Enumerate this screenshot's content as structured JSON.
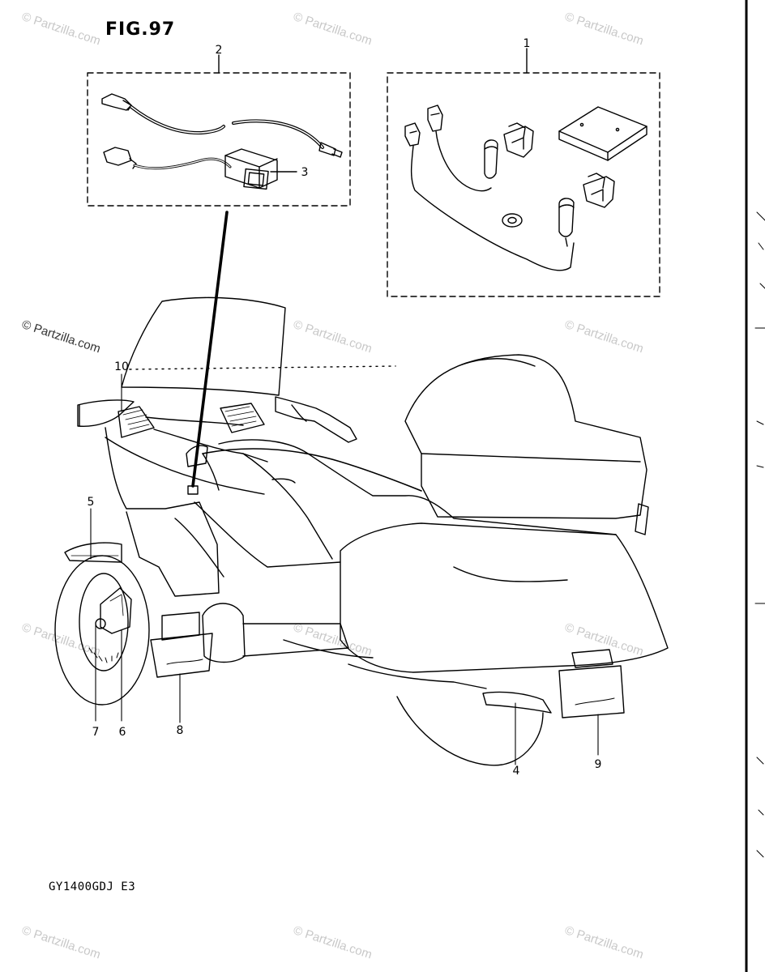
{
  "figure": {
    "title": "FIG.97",
    "model_code": "GY1400GDJ  E3"
  },
  "callouts": [
    "1",
    "2",
    "3",
    "4",
    "5",
    "6",
    "7",
    "8",
    "9",
    "10"
  ],
  "watermark": {
    "text": "© Partzilla.com"
  },
  "colors": {
    "line": "#000000",
    "background": "#ffffff",
    "watermark": "#c8c8c8"
  }
}
